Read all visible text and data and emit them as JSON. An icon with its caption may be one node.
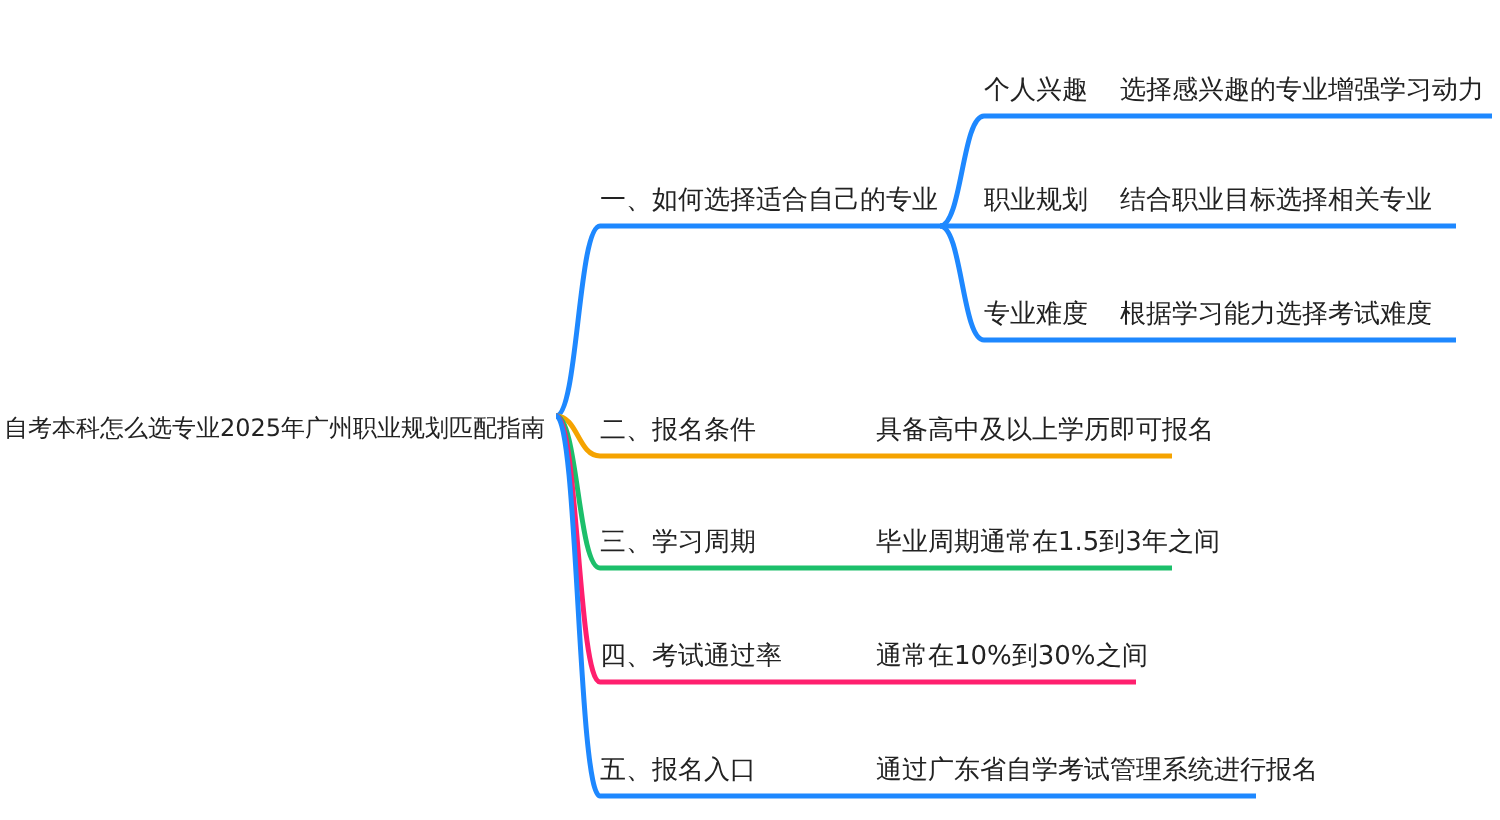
{
  "diagram": {
    "nodes": [
      {
        "text": [
          "自考本科怎么选专业2025年广州职业规划匹配指南"
        ]
      },
      {
        "text": [
          "一、如何选择适合自己的专业"
        ]
      },
      {
        "text": [
          "个人兴趣"
        ]
      },
      {
        "text": [
          "选择感兴趣的专业增强学习动力"
        ]
      },
      {
        "text": [
          "职业规划"
        ]
      },
      {
        "text": [
          "结合职业目标选择相关专业"
        ]
      },
      {
        "text": [
          "专业难度"
        ]
      },
      {
        "text": [
          "根据学习能力选择考试难度"
        ]
      },
      {
        "text": [
          "二、报名条件"
        ]
      },
      {
        "text": [
          "具备高中及以上学历即可报名"
        ]
      },
      {
        "text": [
          "三、学习周期"
        ]
      },
      {
        "text": [
          "毕业周期通常在1.5到3年之间"
        ]
      },
      {
        "text": [
          "四、考试通过率"
        ]
      },
      {
        "text": [
          "通常在10%到30%之间"
        ]
      },
      {
        "text": [
          "五、报名入口"
        ]
      },
      {
        "text": [
          "通过广东省自学考试管理系统进行报名"
        ]
      }
    ],
    "edges": [
      {
        "from": 0,
        "to": 1,
        "arrow": "none"
      },
      {
        "from": 1,
        "to": 2,
        "arrow": "none"
      },
      {
        "from": 2,
        "to": 3,
        "arrow": "none"
      },
      {
        "from": 1,
        "to": 4,
        "arrow": "none"
      },
      {
        "from": 4,
        "to": 5,
        "arrow": "none"
      },
      {
        "from": 1,
        "to": 6,
        "arrow": "none"
      },
      {
        "from": 6,
        "to": 7,
        "arrow": "none"
      },
      {
        "from": 0,
        "to": 8,
        "arrow": "none",
        "color": "#f5a300"
      },
      {
        "from": 8,
        "to": 9,
        "arrow": "none",
        "color": "#f5a300"
      },
      {
        "from": 0,
        "to": 10,
        "arrow": "none",
        "color": "#1cbf6b"
      },
      {
        "from": 10,
        "to": 11,
        "arrow": "none",
        "color": "#1cbf6b"
      },
      {
        "from": 0,
        "to": 12,
        "arrow": "none",
        "color": "#ff1f6e"
      },
      {
        "from": 12,
        "to": 13,
        "arrow": "none",
        "color": "#ff1f6e"
      },
      {
        "from": 0,
        "to": 14,
        "arrow": "none"
      },
      {
        "from": 14,
        "to": 15,
        "arrow": "none"
      }
    ]
  }
}
